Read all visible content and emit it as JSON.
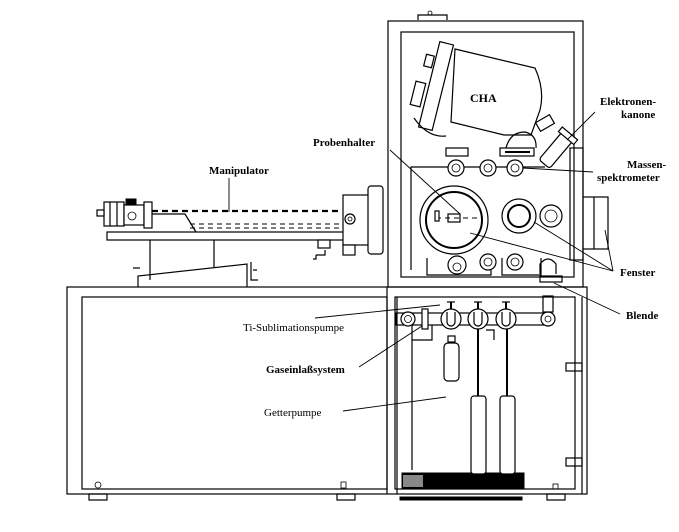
{
  "figure": {
    "type": "technical line drawing",
    "subject": "UHV surface analysis apparatus"
  },
  "labels": {
    "cha": "CHA",
    "elektronenkanone_1": "Elektronen-",
    "elektronenkanone_2": "kanone",
    "massenspektrometer_1": "Massen-",
    "massenspektrometer_2": "spektrometer",
    "probenhalter": "Probenhalter",
    "manipulator": "Manipulator",
    "fenster": "Fenster",
    "blende": "Blende",
    "ti_sublimationspumpe": "Ti-Sublimationspumpe",
    "gaseinlasssystem": "Gaseinlaßsystem",
    "getterpumpe": "Getterpumpe"
  }
}
